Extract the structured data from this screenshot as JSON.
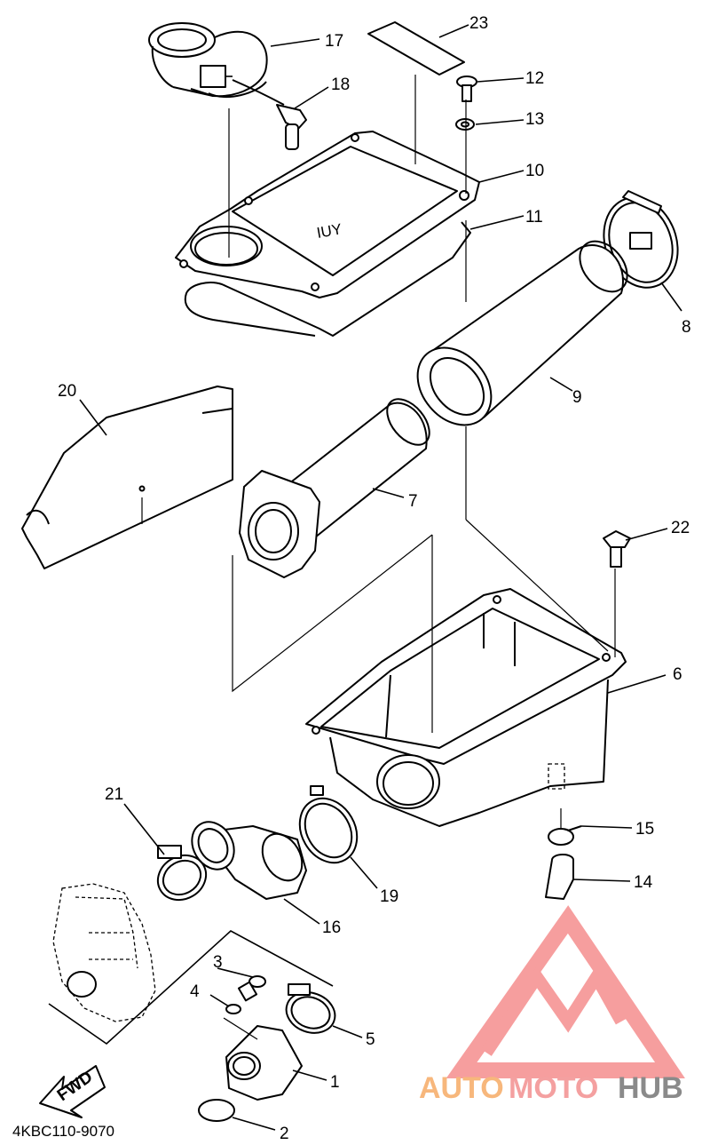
{
  "diagram": {
    "part_numbers": [
      "1",
      "2",
      "3",
      "4",
      "5",
      "6",
      "7",
      "8",
      "9",
      "10",
      "11",
      "12",
      "13",
      "14",
      "15",
      "16",
      "17",
      "18",
      "19",
      "20",
      "21",
      "22",
      "23"
    ],
    "decal_text": "IUY",
    "fwd_text": "FWD",
    "drawing_code": "4KBC110-9070"
  },
  "watermark": {
    "brand_part1": "AUTO",
    "brand_part2": "MOTO",
    "brand_part3": "HUB",
    "color_auto": "#f7b77c",
    "color_moto": "#f4a0a0",
    "color_hub": "#8a8a8a",
    "logo_color": "#f58e8e"
  }
}
